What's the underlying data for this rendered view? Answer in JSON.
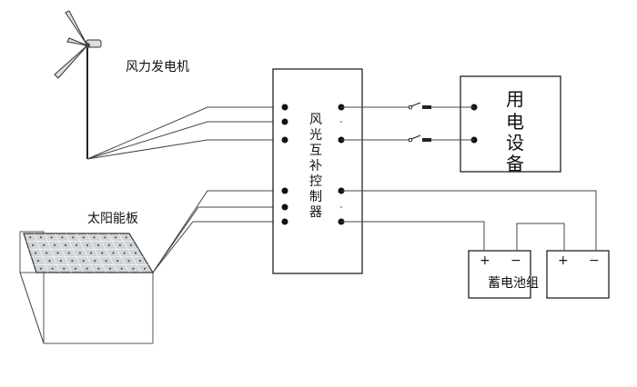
{
  "labels": {
    "wind_turbine": "风力发电机",
    "solar_panel": "太阳能板",
    "controller": [
      "风",
      "光",
      "互",
      "补",
      "控",
      "制",
      "器"
    ],
    "load": [
      "用",
      "电",
      "设",
      "备"
    ],
    "battery_bank": "蓄电池组",
    "battery_terminals": [
      "+",
      "−",
      "+",
      "−"
    ]
  },
  "icons": [
    "wind-turbine-icon",
    "solar-panel-icon",
    "switch-icon",
    "battery-icon"
  ]
}
